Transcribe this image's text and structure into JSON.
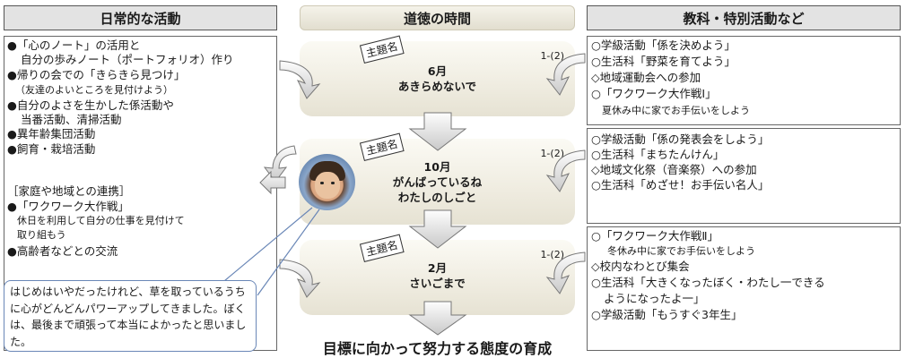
{
  "headers": {
    "left": "日常的な活動",
    "middle": "道徳の時間",
    "right": "教科・特別活動など"
  },
  "left_panel": {
    "lines": [
      "●「心のノート」の活用と",
      "自分の歩みノート（ポートフォリオ）作り",
      "●帰りの会での「きらきら見つけ」",
      "（友達のよいところを見付けよう）",
      "●自分のよさを生かした係活動や",
      "当番活動、清掃活動",
      "●異年齢集団活動",
      "●飼育・栽培活動",
      "［家庭や地域との連携］",
      "●「ワクワーク大作戦」",
      "休日を利用して自分の仕事を見付けて",
      "取り組もう",
      "●高齢者などとの交流"
    ]
  },
  "speech": "はじめはいやだったけれど、草を取っているうちに心がどんどんパワーアップしてきました。ぼくは、最後まで頑張って本当によかったと思いました。",
  "themes": [
    {
      "tag": "主題名",
      "code": "1-(2)",
      "month": "6月",
      "lines": [
        "あきらめないで"
      ]
    },
    {
      "tag": "主題名",
      "code": "1-(2)",
      "month": "10月",
      "lines": [
        "がんばっているね",
        "わたしのしごと"
      ]
    },
    {
      "tag": "主題名",
      "code": "1-(2)",
      "month": "2月",
      "lines": [
        "さいごまで"
      ]
    }
  ],
  "goal": "目標に向かって努力する態度の育成",
  "right_panels": [
    {
      "lines": [
        "○学級活動「係を決めよう」",
        "○生活科「野菜を育てよう」",
        "◇地域運動会への参加",
        "○「ワクワーク大作戦Ⅰ」",
        "夏休み中に家でお手伝いをしよう"
      ]
    },
    {
      "lines": [
        "○学級活動「係の発表会をしよう」",
        "○生活科「まちたんけん」",
        "◇地域文化祭（音楽祭）への参加",
        "○生活科「めざせ！お手伝い名人」"
      ]
    },
    {
      "lines": [
        "○「ワクワーク大作戦Ⅱ」",
        "冬休み中に家でお手伝いをしよう",
        "◇校内なわとび集会",
        "○生活科「大きくなったぼく・わたし一できる",
        "ようになったよ一」",
        "○学級活動「もうすぐ3年生」"
      ]
    }
  ],
  "colors": {
    "header_bg": "#e3e3e3",
    "speech_border": "#6a87b7",
    "theme_bg": "#efece0"
  }
}
